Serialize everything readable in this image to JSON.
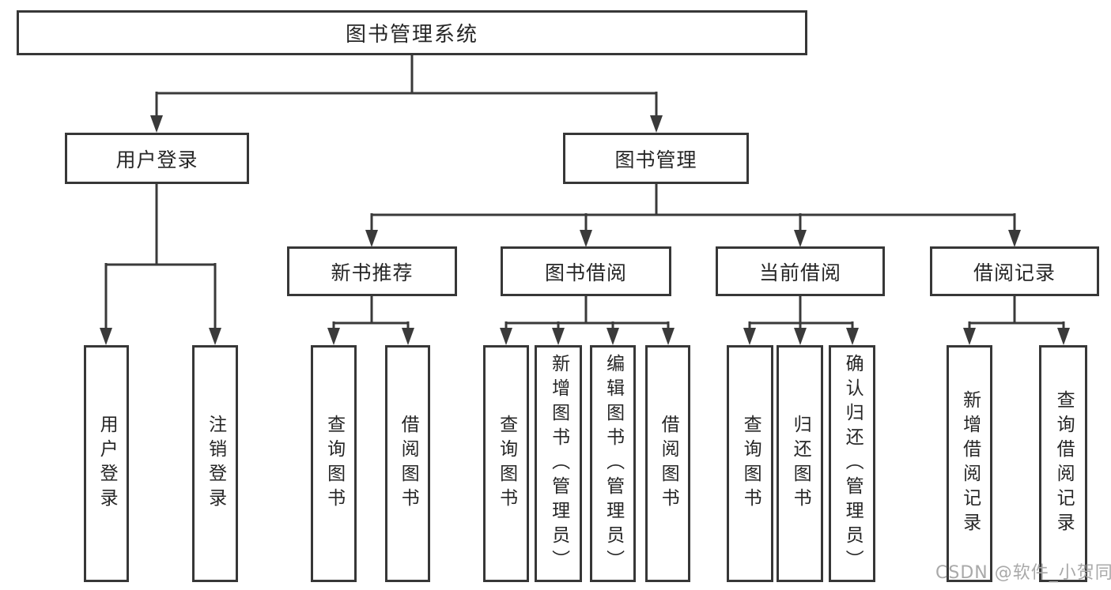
{
  "nodes": {
    "root": "图书管理系统",
    "level2": [
      "用户登录",
      "图书管理"
    ],
    "level3": [
      "新书推荐",
      "图书借阅",
      "当前借阅",
      "借阅记录"
    ],
    "leaves": [
      "用户登录",
      "注销登录",
      "查询图书",
      "借阅图书",
      "查询图书",
      "新增图书（管理员）",
      "编辑图书（管理员）",
      "借阅图书",
      "查询图书",
      "归还图书",
      "确认归还（管理员）",
      "新增借阅记录",
      "查询借阅记录"
    ]
  },
  "hierarchy": {
    "label": "图书管理系统",
    "children": [
      {
        "label": "用户登录",
        "children": [
          {
            "label": "用户登录"
          },
          {
            "label": "注销登录"
          }
        ]
      },
      {
        "label": "图书管理",
        "children": [
          {
            "label": "新书推荐",
            "children": [
              {
                "label": "查询图书"
              },
              {
                "label": "借阅图书"
              }
            ]
          },
          {
            "label": "图书借阅",
            "children": [
              {
                "label": "查询图书"
              },
              {
                "label": "新增图书（管理员）"
              },
              {
                "label": "编辑图书（管理员）"
              },
              {
                "label": "借阅图书"
              }
            ]
          },
          {
            "label": "当前借阅",
            "children": [
              {
                "label": "查询图书"
              },
              {
                "label": "归还图书"
              },
              {
                "label": "确认归还（管理员）"
              }
            ]
          },
          {
            "label": "借阅记录",
            "children": [
              {
                "label": "新增借阅记录"
              },
              {
                "label": "查询借阅记录"
              }
            ]
          }
        ]
      }
    ]
  },
  "watermark": {
    "text": "CSDN @软件_小贺同学"
  },
  "colors": {
    "line": "#3a3a3a",
    "box_border": "#373737",
    "text": "#262626",
    "background": "#ffffff",
    "watermark": "#a9a9a9"
  }
}
